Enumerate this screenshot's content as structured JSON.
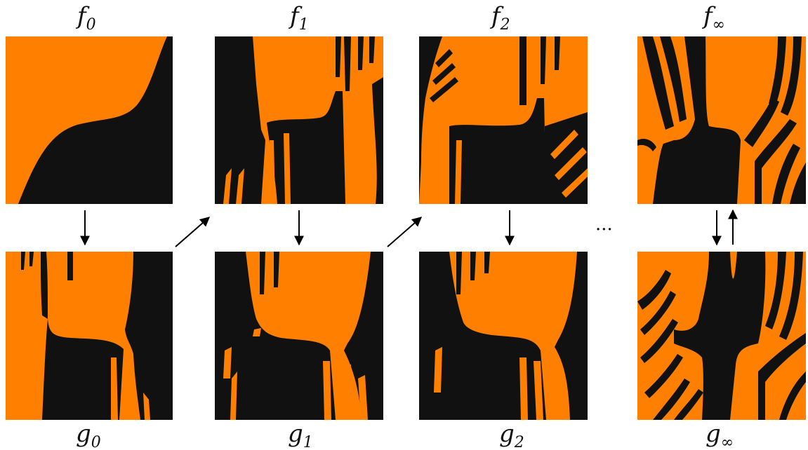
{
  "colors": {
    "orange": "#ff8000",
    "black": "#111111",
    "arrow": "#000000"
  },
  "labels": {
    "f0": {
      "base": "f",
      "sub": "0"
    },
    "f1": {
      "base": "f",
      "sub": "1"
    },
    "f2": {
      "base": "f",
      "sub": "2"
    },
    "finf": {
      "base": "f",
      "sub": "∞"
    },
    "g0": {
      "base": "g",
      "sub": "0"
    },
    "g1": {
      "base": "g",
      "sub": "1"
    },
    "g2": {
      "base": "g",
      "sub": "2"
    },
    "ginf": {
      "base": "g",
      "sub": "∞"
    }
  },
  "ellipsis": "···"
}
